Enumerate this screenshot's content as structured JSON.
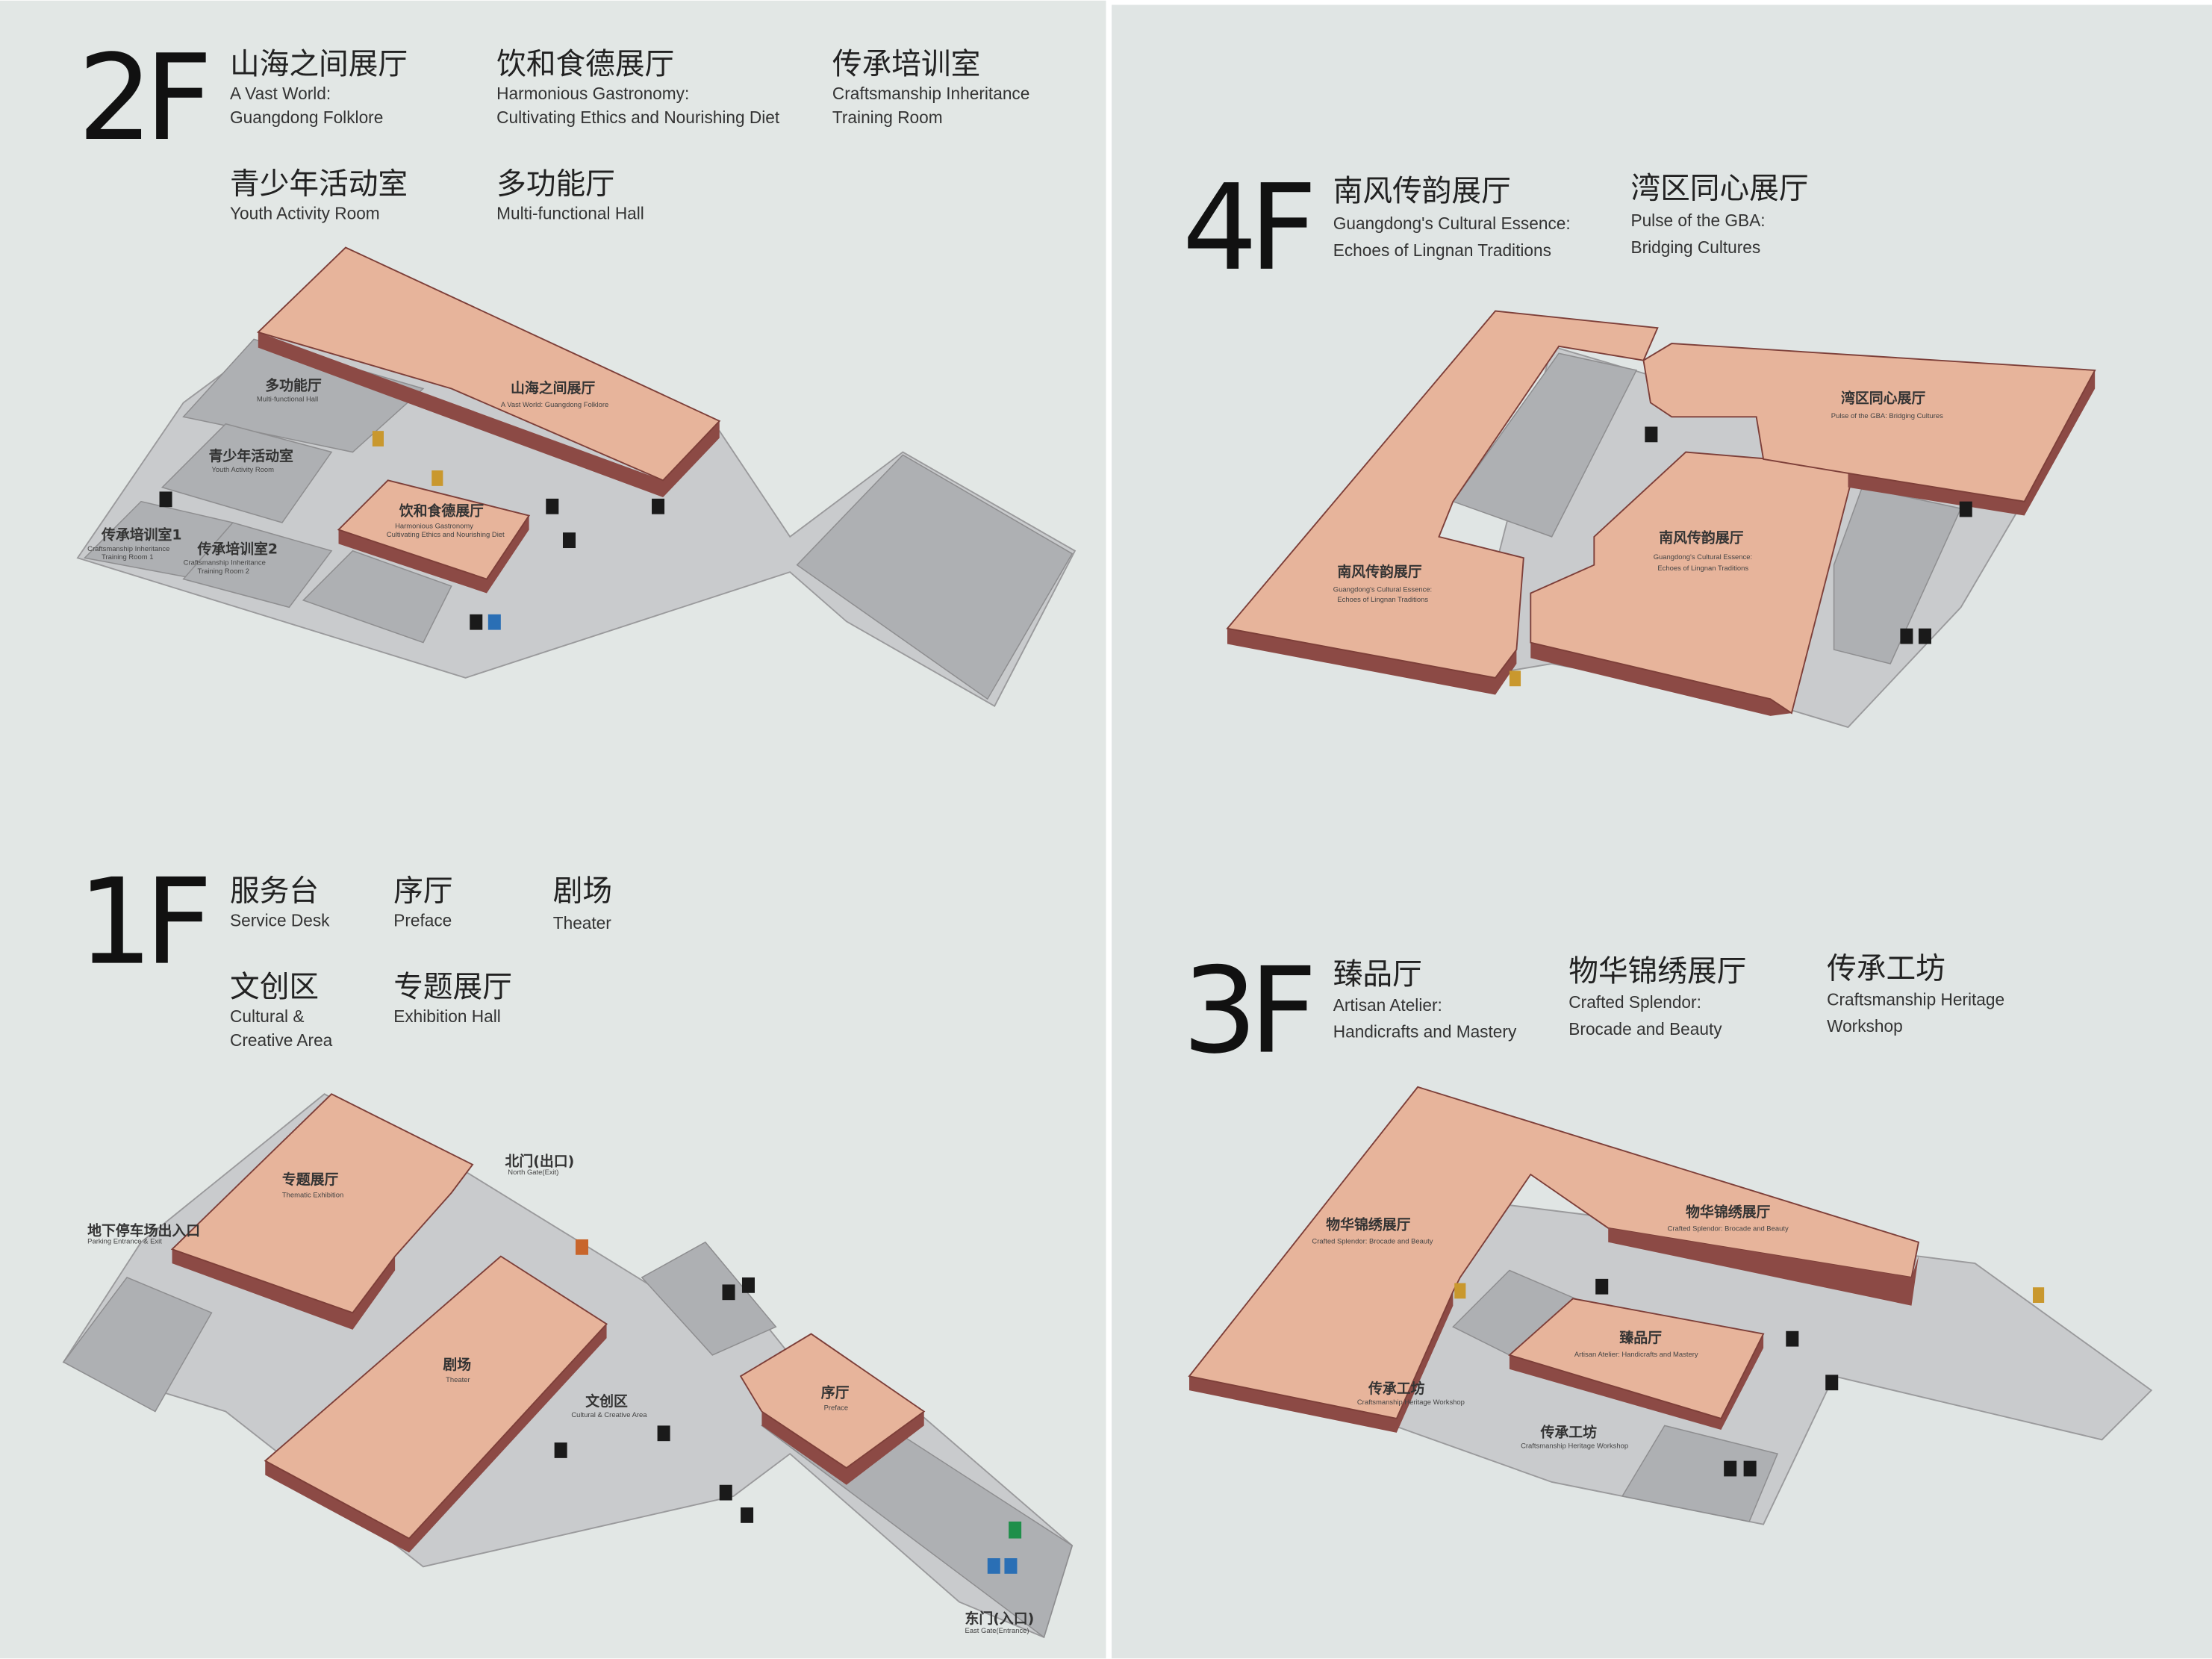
{
  "floors": {
    "f2": {
      "label": "2F",
      "legend": [
        {
          "zh": "山海之间展厅",
          "en1": "A Vast World:",
          "en2": "Guangdong Folklore"
        },
        {
          "zh": "饮和食德展厅",
          "en1": "Harmonious Gastronomy:",
          "en2": "Cultivating Ethics and Nourishing Diet"
        },
        {
          "zh": "传承培训室",
          "en1": "Craftsmanship Inheritance",
          "en2": "Training Room"
        },
        {
          "zh": "青少年活动室",
          "en1": "Youth Activity Room",
          "en2": ""
        },
        {
          "zh": "多功能厅",
          "en1": "Multi-functional Hall",
          "en2": ""
        }
      ],
      "map": {
        "hall1": {
          "zh": "山海之间展厅",
          "en": "A Vast World: Guangdong Folklore"
        },
        "hall2": {
          "zh": "饮和食德展厅",
          "en1": "Harmonious Gastronomy",
          "en2": "Cultivating Ethics and Nourishing Diet"
        },
        "multi": {
          "zh": "多功能厅",
          "en": "Multi-functional Hall"
        },
        "youth": {
          "zh": "青少年活动室",
          "en": "Youth Activity Room"
        },
        "train1": {
          "zh": "传承培训室1",
          "en1": "Craftsmanship Inheritance",
          "en2": "Training Room 1"
        },
        "train2": {
          "zh": "传承培训室2",
          "en1": "Craftsmanship Inheritance",
          "en2": "Training Room 2"
        }
      }
    },
    "f4": {
      "label": "4F",
      "legend": [
        {
          "zh": "南风传韵展厅",
          "en1": "Guangdong's Cultural Essence:",
          "en2": "Echoes of Lingnan Traditions"
        },
        {
          "zh": "湾区同心展厅",
          "en1": "Pulse of the GBA:",
          "en2": "Bridging Cultures"
        }
      ],
      "map": {
        "gba": {
          "zh": "湾区同心展厅",
          "en": "Pulse of the GBA: Bridging Cultures"
        },
        "ln1": {
          "zh": "南风传韵展厅",
          "en1": "Guangdong's Cultural Essence:",
          "en2": "Echoes of Lingnan Traditions"
        },
        "ln2": {
          "zh": "南风传韵展厅",
          "en1": "Guangdong's Cultural Essence:",
          "en2": "Echoes of Lingnan Traditions"
        }
      }
    },
    "f1": {
      "label": "1F",
      "legend": [
        {
          "zh": "服务台",
          "en1": "Service Desk",
          "en2": ""
        },
        {
          "zh": "序厅",
          "en1": "Preface",
          "en2": ""
        },
        {
          "zh": "剧场",
          "en1": "Theater",
          "en2": ""
        },
        {
          "zh": "文创区",
          "en1": "Cultural &",
          "en2": "Creative Area"
        },
        {
          "zh": "专题展厅",
          "en1": "Exhibition Hall",
          "en2": ""
        }
      ],
      "map": {
        "thematic": {
          "zh": "专题展厅",
          "en": "Thematic Exhibition"
        },
        "theater": {
          "zh": "剧场",
          "en": "Theater"
        },
        "preface": {
          "zh": "序厅",
          "en": "Preface"
        },
        "creative": {
          "zh": "文创区",
          "en": "Cultural & Creative Area"
        },
        "north": {
          "zh": "北门(出口)",
          "en": "North Gate(Exit)"
        },
        "parking": {
          "zh": "地下停车场出入口",
          "en": "Parking Entrance & Exit"
        },
        "east": {
          "zh": "东门(入口)",
          "en": "East Gate(Entrance)"
        }
      }
    },
    "f3": {
      "label": "3F",
      "legend": [
        {
          "zh": "臻品厅",
          "en1": "Artisan Atelier:",
          "en2": "Handicrafts and Mastery"
        },
        {
          "zh": "物华锦绣展厅",
          "en1": "Crafted Splendor:",
          "en2": "Brocade and Beauty"
        },
        {
          "zh": "传承工坊",
          "en1": "Craftsmanship Heritage",
          "en2": "Workshop"
        }
      ],
      "map": {
        "brocade1": {
          "zh": "物华锦绣展厅",
          "en": "Crafted Splendor: Brocade and Beauty"
        },
        "brocade2": {
          "zh": "物华锦绣展厅",
          "en": "Crafted Splendor: Brocade and Beauty"
        },
        "atelier": {
          "zh": "臻品厅",
          "en": "Artisan Atelier: Handicrafts and Mastery"
        },
        "ws1": {
          "zh": "传承工坊",
          "en": "Craftsmanship Heritage Workshop"
        },
        "ws2": {
          "zh": "传承工坊",
          "en": "Craftsmanship Heritage Workshop"
        }
      }
    }
  },
  "colors": {
    "background": "#e2e7e5",
    "hall": "#e7b49b",
    "hall_side": "#8c4a45",
    "floor": "#c9cbcd"
  }
}
